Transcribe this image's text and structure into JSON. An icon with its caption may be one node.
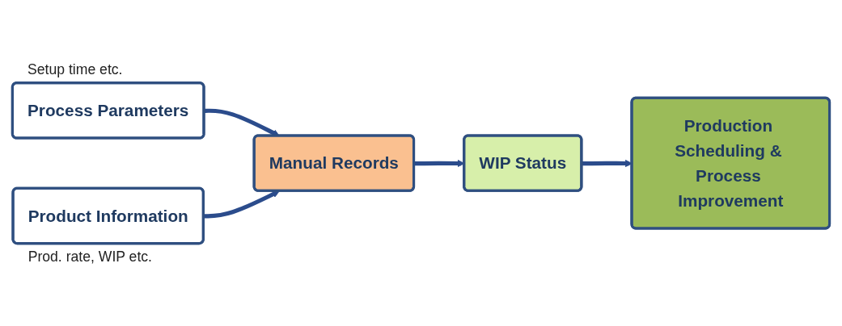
{
  "diagram": {
    "nodes": [
      {
        "text": [
          "Process Parameters"
        ],
        "beside": [
          "Setup time etc."
        ]
      },
      {
        "text": [
          "Product Information"
        ],
        "beside": [
          "Prod. rate, WIP etc."
        ]
      },
      {
        "text": [
          "Manual Records"
        ]
      },
      {
        "text": [
          "WIP Status"
        ]
      },
      {
        "text": [
          "Production Scheduling & Process Improvement"
        ]
      }
    ],
    "edges": [
      {
        "from": 0,
        "to": 2,
        "arrow": "to"
      },
      {
        "from": 1,
        "to": 2,
        "arrow": "to"
      },
      {
        "from": 2,
        "to": 3,
        "arrow": "to"
      },
      {
        "from": 3,
        "to": 4,
        "arrow": "to"
      }
    ]
  }
}
